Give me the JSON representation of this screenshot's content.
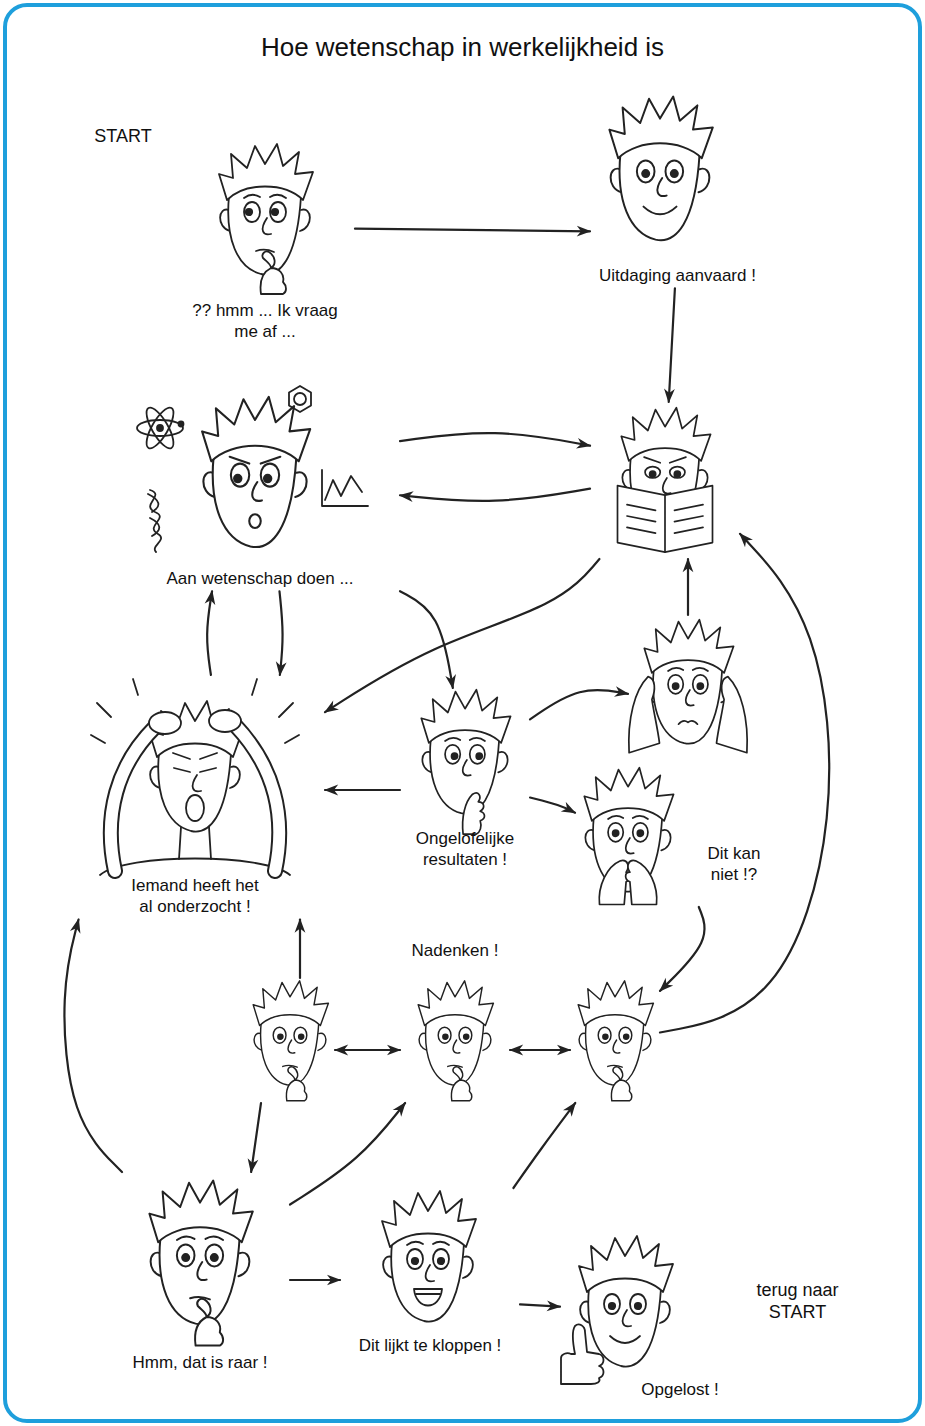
{
  "diagram": {
    "title": "Hoe wetenschap in werkelijkheid is",
    "nodes": [
      {
        "text": [
          "?? hmm ... Ik vraag me af ..."
        ]
      },
      {
        "text": [
          "Uitdaging aanvaard !"
        ]
      },
      {
        "text": [
          "Aan wetenschap doen ..."
        ]
      },
      {
        "text": []
      },
      {
        "text": [
          "Iemand heeft het al onderzocht !"
        ]
      },
      {
        "text": [
          "Ongelofelijke resultaten !"
        ]
      },
      {
        "text": []
      },
      {
        "text": [
          "Dit kan niet !?"
        ]
      },
      {
        "text": []
      },
      {
        "text": [
          "Nadenken !"
        ]
      },
      {
        "text": []
      },
      {
        "text": [
          "Hmm, dat is raar !"
        ]
      },
      {
        "text": [
          "Dit lijkt te kloppen !"
        ]
      },
      {
        "text": [
          "Opgelost !"
        ]
      }
    ],
    "edges": [
      {
        "from": 0,
        "to": 1,
        "arrow": "to"
      },
      {
        "from": 1,
        "to": 3,
        "arrow": "to"
      },
      {
        "from": 2,
        "to": 3,
        "arrow": "to"
      },
      {
        "from": 3,
        "to": 2,
        "arrow": "to"
      },
      {
        "from": 3,
        "to": 4,
        "arrow": "to"
      },
      {
        "from": 2,
        "to": 5,
        "arrow": "to"
      },
      {
        "from": 4,
        "to": 2,
        "arrow": "to"
      },
      {
        "from": 2,
        "to": 4,
        "arrow": "to"
      },
      {
        "from": 5,
        "to": 4,
        "arrow": "to"
      },
      {
        "from": 5,
        "to": 6,
        "arrow": "to"
      },
      {
        "from": 5,
        "to": 7,
        "arrow": "to"
      },
      {
        "from": 6,
        "to": 3,
        "arrow": "to"
      },
      {
        "from": 7,
        "to": 10,
        "arrow": "to"
      },
      {
        "from": 10,
        "to": 3,
        "arrow": "to"
      },
      {
        "from": 8,
        "to": 9,
        "arrow": "both"
      },
      {
        "from": 9,
        "to": 10,
        "arrow": "both"
      },
      {
        "from": 8,
        "to": 4,
        "arrow": "to"
      },
      {
        "from": 8,
        "to": 11,
        "arrow": "to"
      },
      {
        "from": 11,
        "to": 9,
        "arrow": "to"
      },
      {
        "from": 11,
        "to": 4,
        "arrow": "to"
      },
      {
        "from": 11,
        "to": 12,
        "arrow": "to"
      },
      {
        "from": 12,
        "to": 10,
        "arrow": "to"
      },
      {
        "from": 12,
        "to": 13,
        "arrow": "to"
      }
    ],
    "labels": [
      "START",
      "terug naar START"
    ]
  }
}
